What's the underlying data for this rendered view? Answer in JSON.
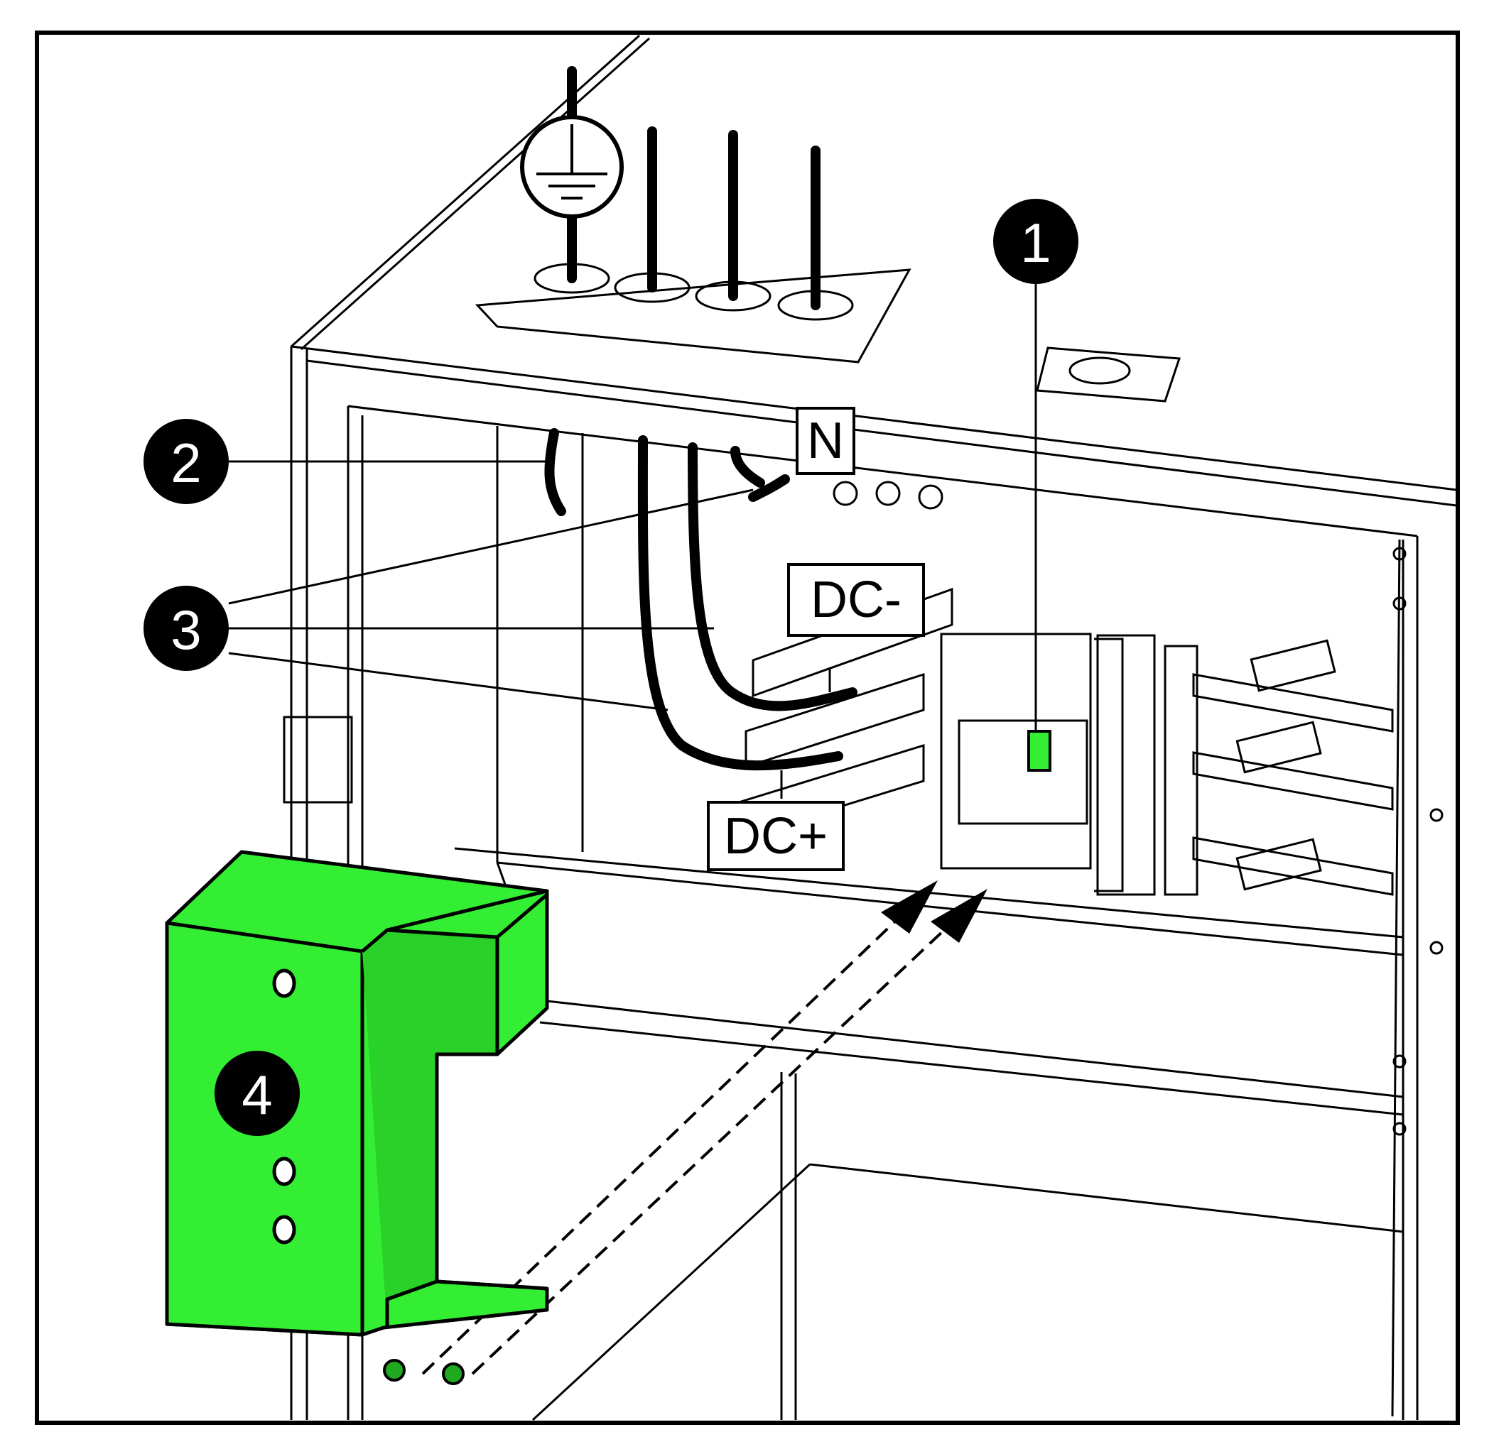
{
  "colors": {
    "line": "#000000",
    "background": "#ffffff",
    "highlight": "#33ee33",
    "highlight_dark": "#1faa1f"
  },
  "icons": {
    "ground": "protective-earth-icon"
  },
  "callouts": {
    "c1": "1",
    "c2": "2",
    "c3": "3",
    "c4": "4"
  },
  "terminals": {
    "n": "N",
    "dc_minus": "DC-",
    "dc_plus": "DC+"
  }
}
